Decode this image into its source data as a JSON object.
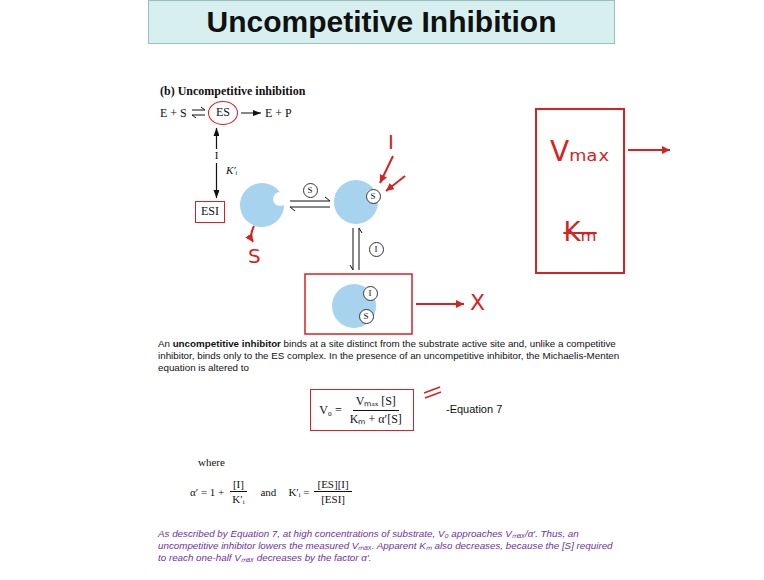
{
  "diagram": {
    "title": "Uncompetitive Inhibition",
    "nodes": [
      {
        "text": [
          "ES"
        ]
      },
      {
        "text": [
          "ESI"
        ]
      },
      {
        "text": [
          "S"
        ]
      },
      {
        "text": [
          "S"
        ]
      },
      {
        "text": [
          "I"
        ]
      },
      {
        "text": [
          "I"
        ]
      },
      {
        "text": [
          "S"
        ]
      },
      {
        "text": [
          "Vₘₐₓ",
          "Kₘ"
        ]
      },
      {
        "text": [
          "V₀ =",
          "Vₘₐₓ [S]",
          "Kₘ + α′[S]"
        ]
      }
    ],
    "edges": [
      {
        "from": 0,
        "to": 1,
        "arrow": "both",
        "label": "I"
      }
    ],
    "labels": [
      "(b) Uncompetitive inhibition",
      "E + S",
      "E + P",
      "K′ᵢ",
      "S",
      "I",
      "X",
      "An",
      "uncompetitive inhibitor",
      "binds at a site distinct from the substrate active site and, unlike a competitive inhibitor, binds only to the ES complex. In the presence of an uncompetitive inhibitor, the Michaelis-Menten equation is altered to",
      "-Equation 7",
      "where",
      "α′ = 1 +",
      "[I]",
      "K′ᵢ",
      "and",
      "K′ᵢ =",
      "[ES][I]",
      "[ESI]",
      "As described by Equation 7, at high concentrations of substrate, V₀ approaches Vₘₐₓ/α′. Thus, an uncompetitive inhibitor lowers the measured Vₘₐₓ. Apparent Kₘ also decreases, because the [S] required to reach one-half Vₘₐₓ decreases by the factor α′."
    ]
  }
}
